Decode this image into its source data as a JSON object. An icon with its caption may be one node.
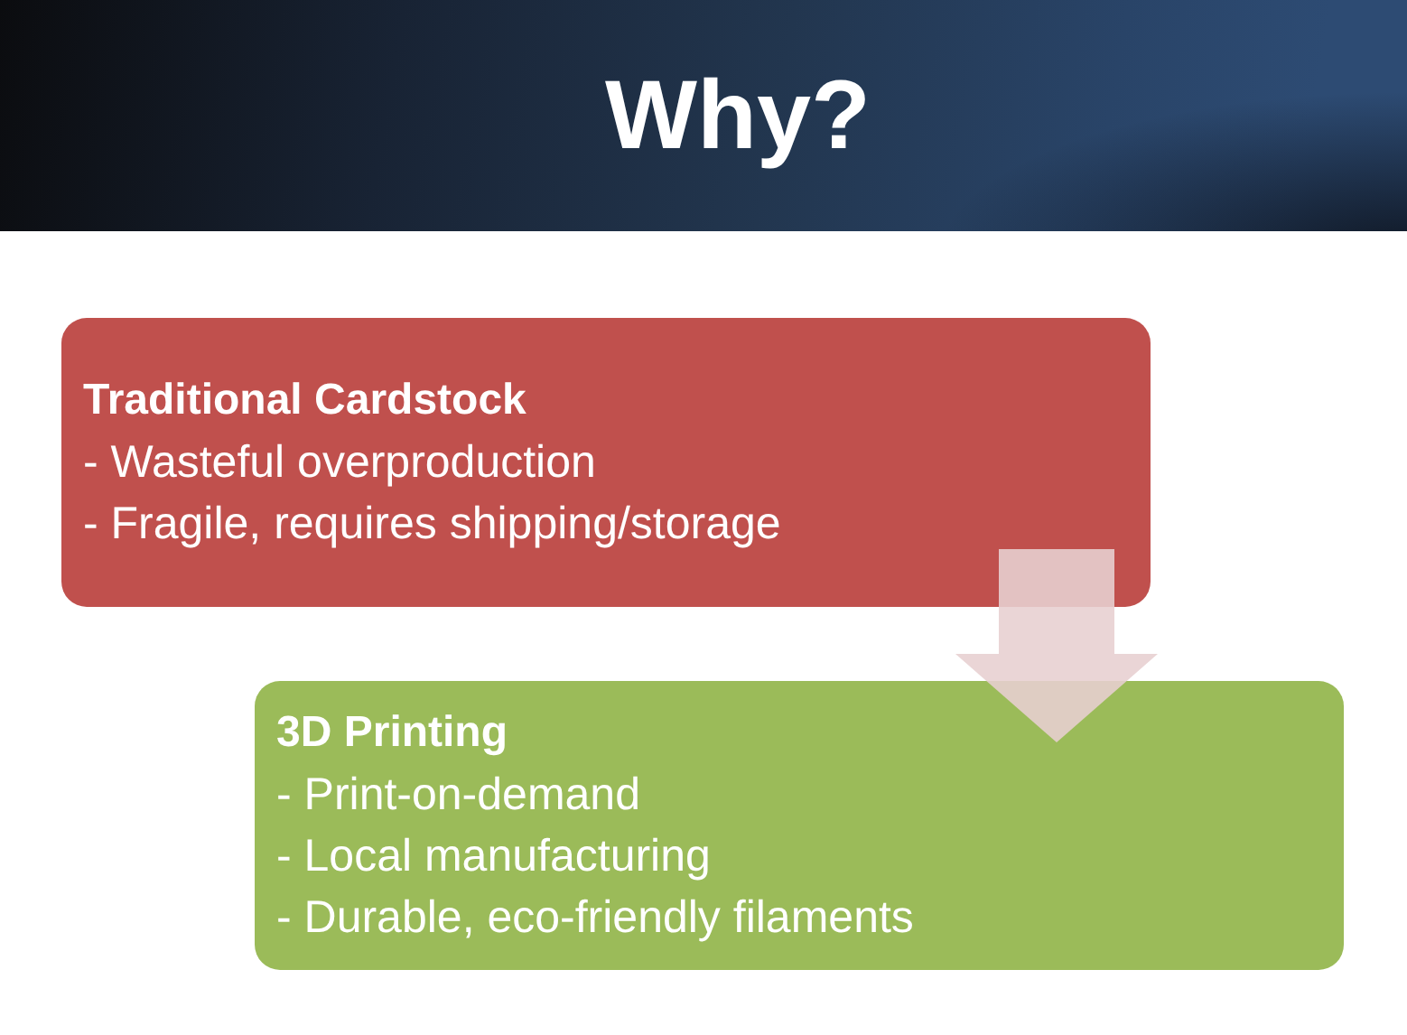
{
  "diagram": {
    "title": "Why?",
    "nodes": [
      {
        "text": [
          "Traditional Cardstock",
          "- Wasteful overproduction",
          "- Fragile, requires shipping/storage"
        ]
      },
      {
        "text": [
          "3D Printing",
          "- Print-on-demand",
          "- Local manufacturing",
          "- Durable, eco-friendly filaments"
        ]
      }
    ],
    "edges": [
      {
        "from": 0,
        "to": 1,
        "arrow": "to"
      }
    ]
  }
}
